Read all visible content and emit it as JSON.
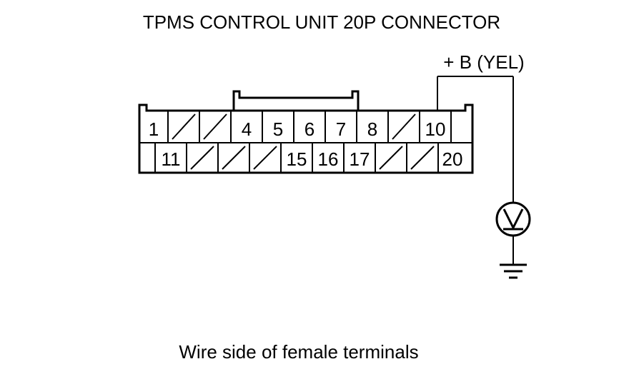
{
  "title": "TPMS CONTROL UNIT 20P CONNECTOR",
  "wire_label": "+ B (YEL)",
  "caption": "Wire side of female terminals",
  "meter_icon": "voltmeter-icon",
  "ground_icon": "ground-icon",
  "connector": {
    "top_row": [
      {
        "label": "1",
        "blank": false
      },
      {
        "label": "",
        "blank": true
      },
      {
        "label": "",
        "blank": true
      },
      {
        "label": "4",
        "blank": false
      },
      {
        "label": "5",
        "blank": false
      },
      {
        "label": "6",
        "blank": false
      },
      {
        "label": "7",
        "blank": false
      },
      {
        "label": "8",
        "blank": false
      },
      {
        "label": "",
        "blank": true
      },
      {
        "label": "10",
        "blank": false
      }
    ],
    "bottom_row": [
      {
        "label": "11",
        "blank": false
      },
      {
        "label": "",
        "blank": true
      },
      {
        "label": "",
        "blank": true
      },
      {
        "label": "",
        "blank": true
      },
      {
        "label": "15",
        "blank": false
      },
      {
        "label": "16",
        "blank": false
      },
      {
        "label": "17",
        "blank": false
      },
      {
        "label": "",
        "blank": true
      },
      {
        "label": "",
        "blank": true
      },
      {
        "label": "20",
        "blank": false
      }
    ]
  }
}
